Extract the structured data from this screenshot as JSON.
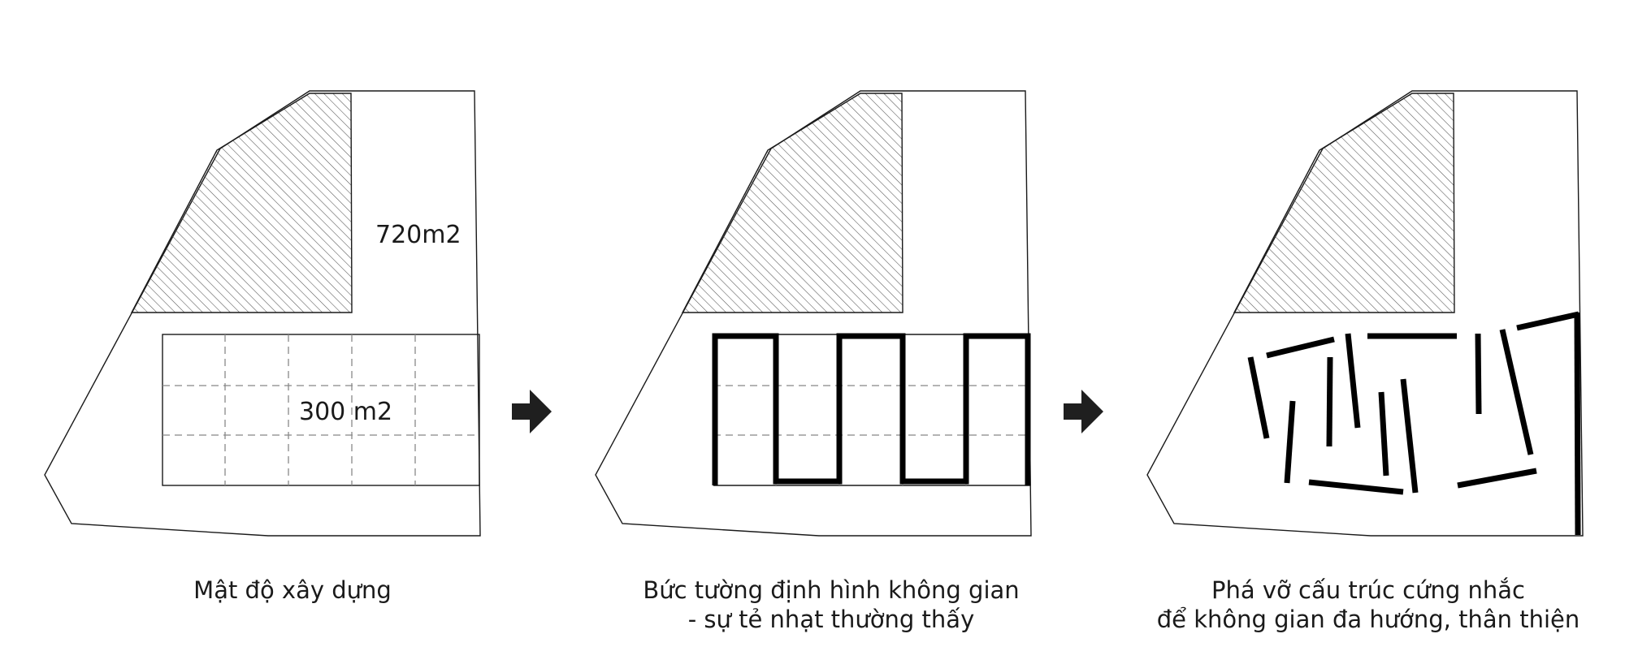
{
  "panels": [
    {
      "caption": {
        "line1": "Mật độ xây dựng",
        "line2": ""
      },
      "site_area_label": "720m2",
      "footprint_area_label": "300 m2"
    },
    {
      "caption": {
        "line1": "Bức tường định hình không gian",
        "line2": "- sự tẻ nhạt thường thấy"
      }
    },
    {
      "caption": {
        "line1": "Phá vỡ cấu trúc cứng nhắc",
        "line2": "để không gian đa hướng, thân thiện"
      }
    }
  ],
  "arrow_icon": "right-arrow-icon",
  "colors": {
    "outline": "#1a1a1a",
    "wall": "#000000",
    "hatch": "#555555",
    "grid_dash": "#888888",
    "arrow": "#1f1f1f",
    "background": "#ffffff"
  }
}
